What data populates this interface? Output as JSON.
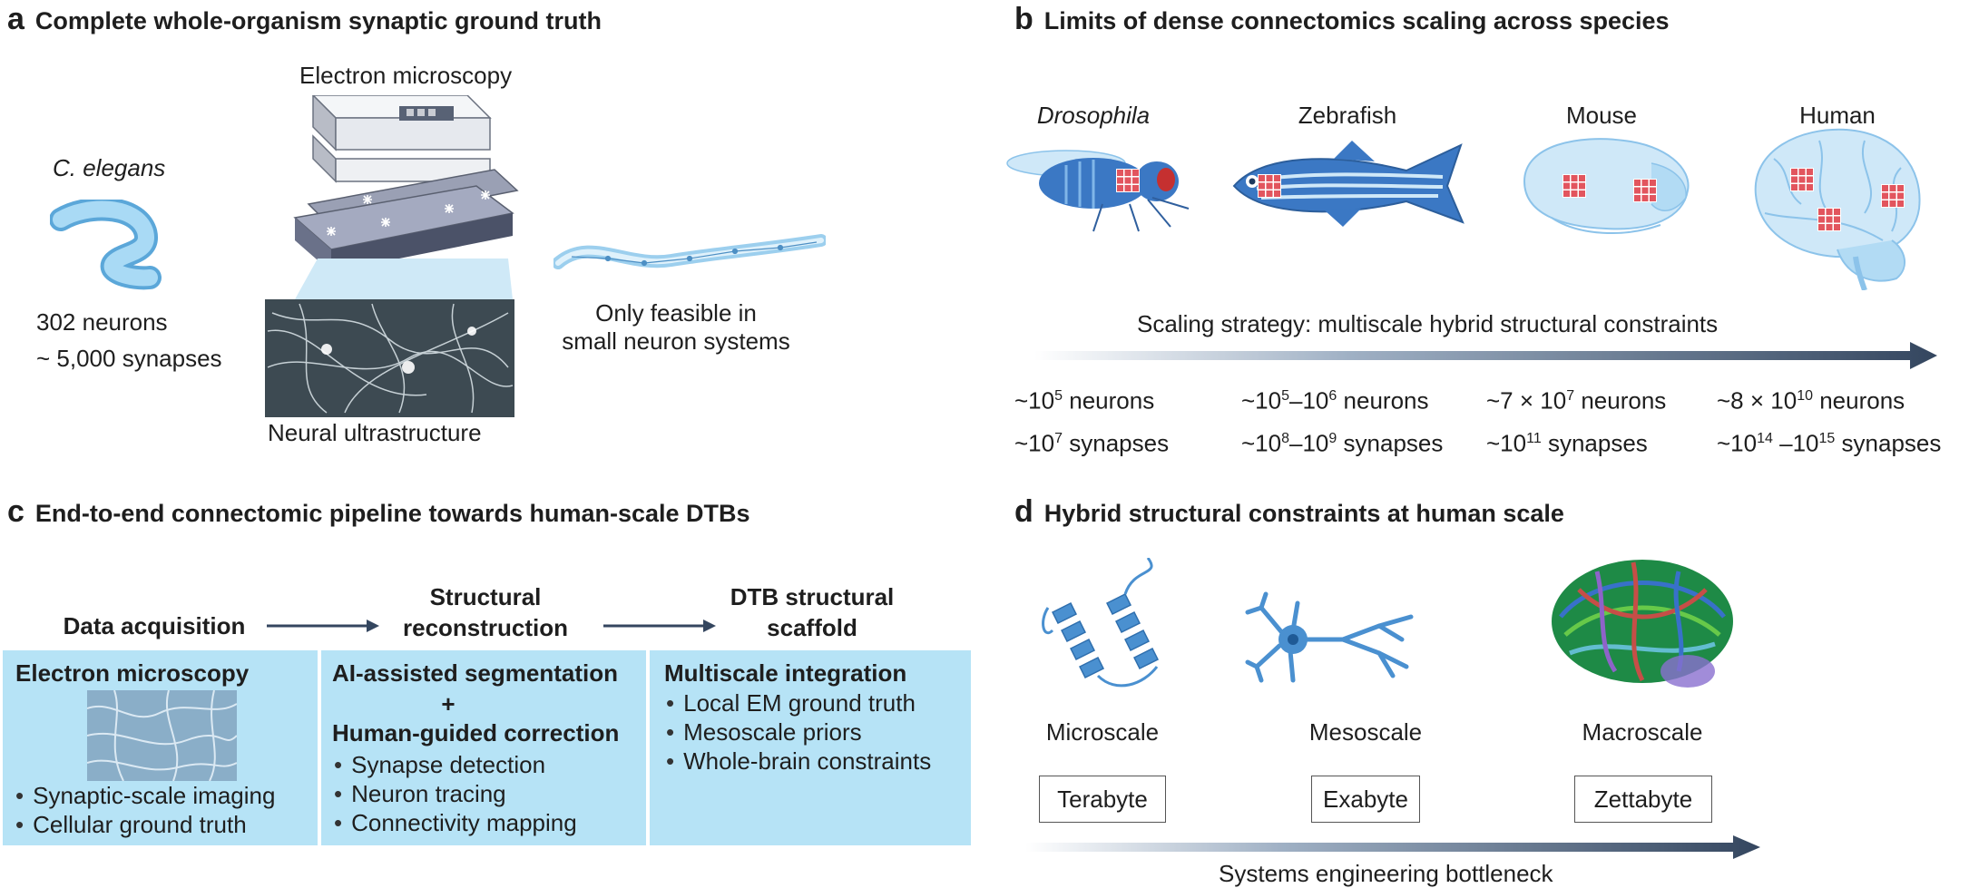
{
  "panel_a": {
    "letter": "a",
    "title": "Complete whole-organism synaptic ground truth",
    "organism": "C. elegans",
    "neurons": "302 neurons",
    "synapses": "~ 5,000 synapses",
    "em_label": "Electron microscopy",
    "ultra_label": "Neural ultrastructure",
    "feasible": [
      "Only feasible in",
      "small neuron systems"
    ]
  },
  "panel_b": {
    "letter": "b",
    "title": "Limits of dense connectomics scaling across species",
    "species": [
      "Drosophila",
      "Zebrafish",
      "Mouse",
      "Human"
    ],
    "strategy": "Scaling strategy: multiscale hybrid structural constraints",
    "stats": [
      {
        "neurons_pre": "~10",
        "neurons_sup": "5",
        "neurons_post": " neurons",
        "syn_pre": "~10",
        "syn_sup": "7",
        "syn_post": " synapses"
      },
      {
        "neurons_pre": "~10",
        "neurons_sup": "5",
        "neurons_mid": "–10",
        "neurons_sup2": "6",
        "neurons_post": " neurons",
        "syn_pre": "~10",
        "syn_sup": "8",
        "syn_mid": "–10",
        "syn_sup2": "9",
        "syn_post": " synapses"
      },
      {
        "neurons_pre": "~7 × 10",
        "neurons_sup": "7",
        "neurons_post": " neurons",
        "syn_pre": "~10",
        "syn_sup": "11",
        "syn_post": " synapses"
      },
      {
        "neurons_pre": "~8 × 10",
        "neurons_sup": "10",
        "neurons_post": " neurons",
        "syn_pre": "~10",
        "syn_sup": "14",
        "syn_mid": " –10",
        "syn_sup2": "15",
        "syn_post": " synapses"
      }
    ]
  },
  "panel_c": {
    "letter": "c",
    "title": "End-to-end connectomic pipeline towards human-scale DTBs",
    "stages": [
      {
        "header": [
          "Data acquisition"
        ],
        "box_title": "Electron microscopy",
        "bullets": [
          "Synaptic-scale imaging",
          "Cellular ground truth"
        ]
      },
      {
        "header": [
          "Structural",
          "reconstruction"
        ],
        "box_title": "AI-assisted segmentation",
        "plus": "+",
        "box_title2": "Human-guided correction",
        "bullets": [
          "Synapse detection",
          "Neuron tracing",
          "Connectivity mapping"
        ]
      },
      {
        "header": [
          "DTB structural",
          "scaffold"
        ],
        "box_title": "Multiscale integration",
        "bullets": [
          "Local EM ground truth",
          "Mesoscale priors",
          "Whole-brain constraints"
        ]
      }
    ]
  },
  "panel_d": {
    "letter": "d",
    "title": "Hybrid structural constraints at human scale",
    "scales": [
      {
        "name": "Microscale",
        "size": "Terabyte"
      },
      {
        "name": "Mesoscale",
        "size": "Exabyte"
      },
      {
        "name": "Macroscale",
        "size": "Zettabyte"
      }
    ],
    "bottleneck": "Systems engineering bottleneck"
  },
  "colors": {
    "box_fill": "#b6e3f6",
    "organism_blue": "#8fcbef",
    "arrow_dark": "#34465f",
    "grid_red": "#e2555e"
  }
}
